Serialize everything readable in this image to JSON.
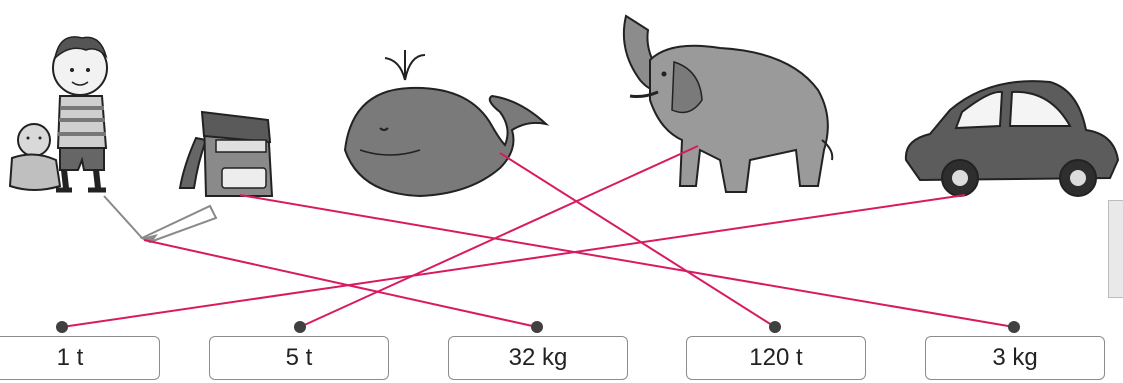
{
  "answers": [
    {
      "id": "1t",
      "label": "1 t"
    },
    {
      "id": "5t",
      "label": "5 t"
    },
    {
      "id": "32kg",
      "label": "32 kg"
    },
    {
      "id": "120t",
      "label": "120 t"
    },
    {
      "id": "3kg",
      "label": "3 kg"
    }
  ],
  "items": [
    "boy-with-baby",
    "school-bag",
    "whale",
    "elephant",
    "car"
  ],
  "matches": [
    {
      "item": "boy-with-baby",
      "answer": "32kg"
    },
    {
      "item": "school-bag",
      "answer": "3kg"
    },
    {
      "item": "whale",
      "answer": "120t"
    },
    {
      "item": "elephant",
      "answer": "5t"
    },
    {
      "item": "car",
      "answer": "1t"
    }
  ],
  "colors": {
    "line": "#d81b60",
    "dot": "#404040",
    "border": "#8c8c8c"
  }
}
